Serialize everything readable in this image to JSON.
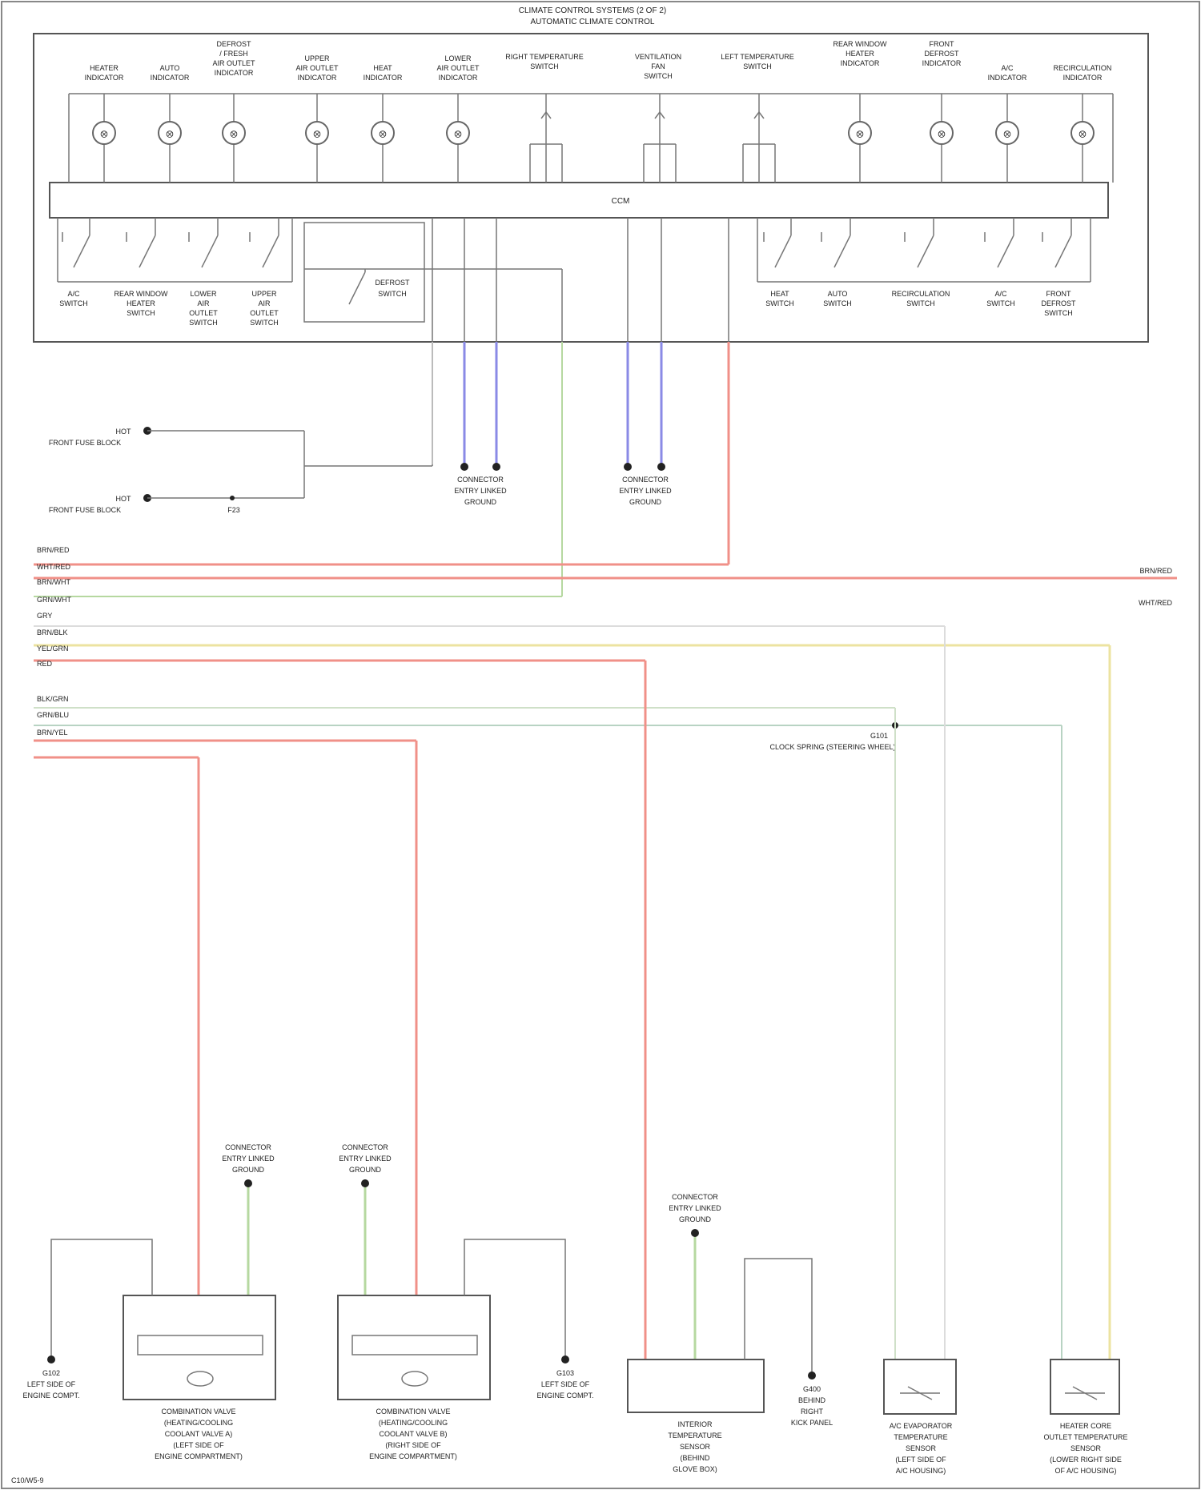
{
  "title": [
    "CLIMATE CONTROL SYSTEMS (2 OF 2)",
    "AUTOMATIC CLIMATE CONTROL"
  ],
  "module_label": "CCM",
  "top_components": [
    {
      "lines": [
        "HEATER",
        "INDICATOR"
      ]
    },
    {
      "lines": [
        "AUTO",
        "INDICATOR"
      ]
    },
    {
      "lines": [
        "DEFROST",
        "/ FRESH",
        "AIR OUTLET",
        "INDICATOR"
      ]
    },
    {
      "lines": [
        "UPPER",
        "AIR OUTLET",
        "INDICATOR"
      ]
    },
    {
      "lines": [
        "HEAT",
        "INDICATOR"
      ]
    },
    {
      "lines": [
        "LOWER",
        "AIR OUTLET",
        "INDICATOR"
      ]
    },
    {
      "lines": [
        "RIGHT TEMPERATURE",
        "SWITCH"
      ]
    },
    {
      "lines": [
        "VENTILATION",
        "FAN",
        "SWITCH"
      ]
    },
    {
      "lines": [
        "LEFT TEMPERATURE",
        "SWITCH"
      ]
    },
    {
      "lines": [
        "REAR WINDOW",
        "HEATER",
        "INDICATOR"
      ]
    },
    {
      "lines": [
        "FRONT",
        "DEFROST",
        "INDICATOR"
      ]
    },
    {
      "lines": [
        "A/C",
        "INDICATOR"
      ]
    },
    {
      "lines": [
        "RECIRCULATION",
        "INDICATOR"
      ]
    }
  ],
  "bottom_switches": [
    {
      "lines": [
        "A/C",
        "SWITCH"
      ]
    },
    {
      "lines": [
        "REAR WINDOW",
        "HEATER",
        "SWITCH"
      ]
    },
    {
      "lines": [
        "LOWER",
        "AIR",
        "OUTLET",
        "SWITCH"
      ]
    },
    {
      "lines": [
        "UPPER",
        "AIR",
        "OUTLET",
        "SWITCH"
      ]
    },
    {
      "lines": [
        "HEAT",
        "SWITCH"
      ]
    },
    {
      "lines": [
        "AUTO",
        "SWITCH"
      ]
    },
    {
      "lines": [
        "RECIRCULATION",
        "SWITCH"
      ]
    },
    {
      "lines": [
        "A/C",
        "SWITCH"
      ]
    },
    {
      "lines": [
        "FRONT",
        "DEFROST",
        "SWITCH"
      ]
    }
  ],
  "small_switch": {
    "lines": [
      "DEFROST",
      "SWITCH"
    ]
  },
  "fuse_block": {
    "line1": "HOT",
    "line2": "FRONT FUSE BLOCK",
    "fuse": "F23"
  },
  "ground_centre": {
    "lines": [
      "CONNECTOR",
      "ENTRY LINKED",
      "GROUND"
    ]
  },
  "bus_wires": [
    {
      "label": "BRN/RED",
      "color": "#f09088"
    },
    {
      "label": "WHT/RED",
      "color": "#f09088"
    },
    {
      "label": "BRN/WHT",
      "color": "#f09088"
    },
    {
      "label": "GRN/WHT",
      "color": "#b6d8a0"
    },
    {
      "label": "GRY",
      "color": "#dcdcdc"
    },
    {
      "label": "BRN/BLK",
      "color": "#dcdcdc"
    },
    {
      "label": "YEL/GRN",
      "color": "#ece3a0"
    },
    {
      "label": "RED",
      "color": "#f09088"
    }
  ],
  "bus_wires_2": [
    {
      "label": "BLK/GRN",
      "color": "#cfe0c8"
    },
    {
      "label": "GRN/BLU",
      "color": "#b8d3c3"
    },
    {
      "label": "BRN/YEL",
      "color": "#f09088"
    }
  ],
  "right_labels": [
    "BRN/RED",
    "WHT/RED"
  ],
  "junction_label": [
    "G101",
    "CLOCK SPRING (STEERING WHEEL)"
  ],
  "bottom_components": [
    {
      "lines": [
        "COMBINATION VALVE",
        "(HEATING/COOLING",
        "COOLANT VALVE A)",
        "(LEFT SIDE OF",
        "ENGINE COMPARTMENT)"
      ]
    },
    {
      "lines": [
        "COMBINATION VALVE",
        "(HEATING/COOLING",
        "COOLANT VALVE B)",
        "(RIGHT SIDE OF",
        "ENGINE COMPARTMENT)"
      ]
    },
    {
      "lines": [
        "INTERIOR",
        "TEMPERATURE",
        "SENSOR",
        "(BEHIND",
        "GLOVE BOX)"
      ]
    },
    {
      "lines": [
        "A/C EVAPORATOR",
        "TEMPERATURE",
        "SENSOR",
        "(LEFT SIDE OF",
        "A/C HOUSING)"
      ]
    },
    {
      "lines": [
        "HEATER CORE",
        "OUTLET TEMPERATURE",
        "SENSOR",
        "(LOWER RIGHT SIDE",
        "OF A/C HOUSING)"
      ]
    }
  ],
  "bottom_grounds": [
    {
      "lines": [
        "G102",
        "LEFT SIDE OF",
        "ENGINE COMPT."
      ]
    },
    {
      "lines": [
        "G103",
        "LEFT SIDE OF",
        "ENGINE COMPT."
      ]
    }
  ],
  "bottom_fuse": {
    "lines": [
      "G400",
      "BEHIND",
      "RIGHT",
      "KICK PANEL"
    ]
  },
  "footnote": "C10/W5-9"
}
